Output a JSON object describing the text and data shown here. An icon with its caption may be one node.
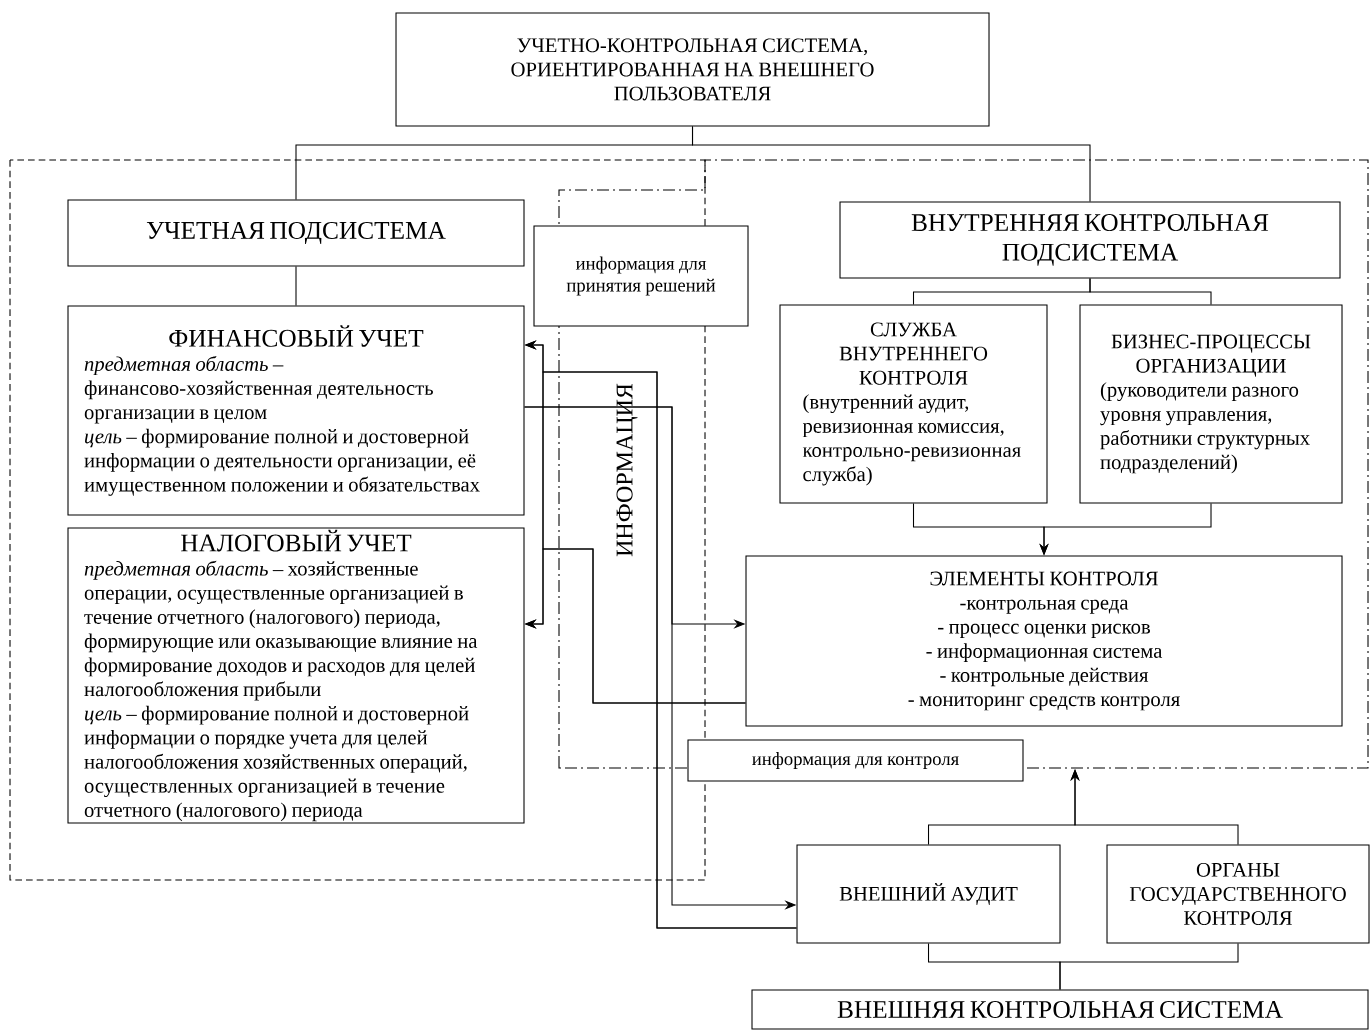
{
  "diagram": {
    "nodes": [
      {
        "text": [
          "УЧЕТНО-КОНТРОЛЬНАЯ СИСТЕМА, ОРИЕНТИРОВАННАЯ НА ВНЕШНЕГО ПОЛЬЗОВАТЕЛЯ"
        ]
      },
      {
        "text": [
          "УЧЕТНАЯ ПОДСИСТЕМА"
        ]
      },
      {
        "text": [
          "ФИНАНСОВЫЙ УЧЕТ",
          "*предметная область* – финансово-хозяйственная деятельность организации в целом",
          "*цель* – формирование полной и достоверной информации о деятельности организации, её имущественном положении и обязательствах"
        ]
      },
      {
        "text": [
          "НАЛОГОВЫЙ УЧЕТ",
          "*предметная область* – хозяйственные операции, осуществленные организацией в течение отчетного (налогового) периода, формирующие или оказывающие влияние на формирование доходов и расходов для целей налогообложения прибыли",
          "*цель* – формирование полной и достоверной информации о порядке учета для целей налогообложения хозяйственных операций, осуществленных организацией в течение отчетного (налогового) периода"
        ]
      },
      {
        "text": [
          "информация для принятия решений"
        ]
      },
      {
        "text": [
          "ВНУТРЕННЯЯ КОНТРОЛЬНАЯ ПОДСИСТЕМА"
        ]
      },
      {
        "text": [
          "СЛУЖБА ВНУТРЕННЕГО КОНТРОЛЯ",
          "(внутренний аудит, ревизионная комиссия, контрольно-ревизионная служба)"
        ]
      },
      {
        "text": [
          "БИЗНЕС-ПРОЦЕССЫ ОРГАНИЗАЦИИ",
          "(руководители разного уровня управления, работники структурных подразделений)"
        ]
      },
      {
        "text": [
          "ЭЛЕМЕНТЫ КОНТРОЛЯ",
          "-контрольная среда",
          "- процесс оценки рисков",
          "- информационная система",
          "- контрольные действия",
          "- мониторинг средств контроля"
        ]
      },
      {
        "text": [
          "информация для контроля"
        ]
      },
      {
        "text": [
          "ВНЕШНИЙ АУДИТ"
        ]
      },
      {
        "text": [
          "ОРГАНЫ ГОСУДАРСТВЕННОГО КОНТРОЛЯ"
        ]
      },
      {
        "text": [
          "ВНЕШНЯЯ КОНТРОЛЬНАЯ СИСТЕМА"
        ]
      }
    ],
    "edges": [
      {
        "from": 0,
        "to": 1,
        "arrow": "none"
      },
      {
        "from": 0,
        "to": 5,
        "arrow": "none"
      },
      {
        "from": 1,
        "to": 2,
        "arrow": "none"
      },
      {
        "from": 5,
        "to": 6,
        "arrow": "none"
      },
      {
        "from": 5,
        "to": 7,
        "arrow": "none"
      },
      {
        "from": 6,
        "to": 8,
        "arrow": "to"
      },
      {
        "from": 7,
        "to": 8,
        "arrow": "to"
      },
      {
        "from": 2,
        "to": 8,
        "arrow": "to"
      },
      {
        "from": 2,
        "to": 10,
        "arrow": "to"
      },
      {
        "from": 8,
        "to": 2,
        "arrow": "to"
      },
      {
        "from": 8,
        "to": 3,
        "arrow": "to"
      },
      {
        "from": 10,
        "to": 2,
        "arrow": "to"
      },
      {
        "from": 10,
        "to": 3,
        "arrow": "to"
      },
      {
        "from": 10,
        "to": null,
        "arrow": "to"
      },
      {
        "from": 11,
        "to": null,
        "arrow": "to"
      },
      {
        "from": 10,
        "to": 12,
        "arrow": "none"
      },
      {
        "from": 11,
        "to": 12,
        "arrow": "none"
      }
    ],
    "labels": [
      "ИНФОРМАЦИЯ"
    ]
  }
}
